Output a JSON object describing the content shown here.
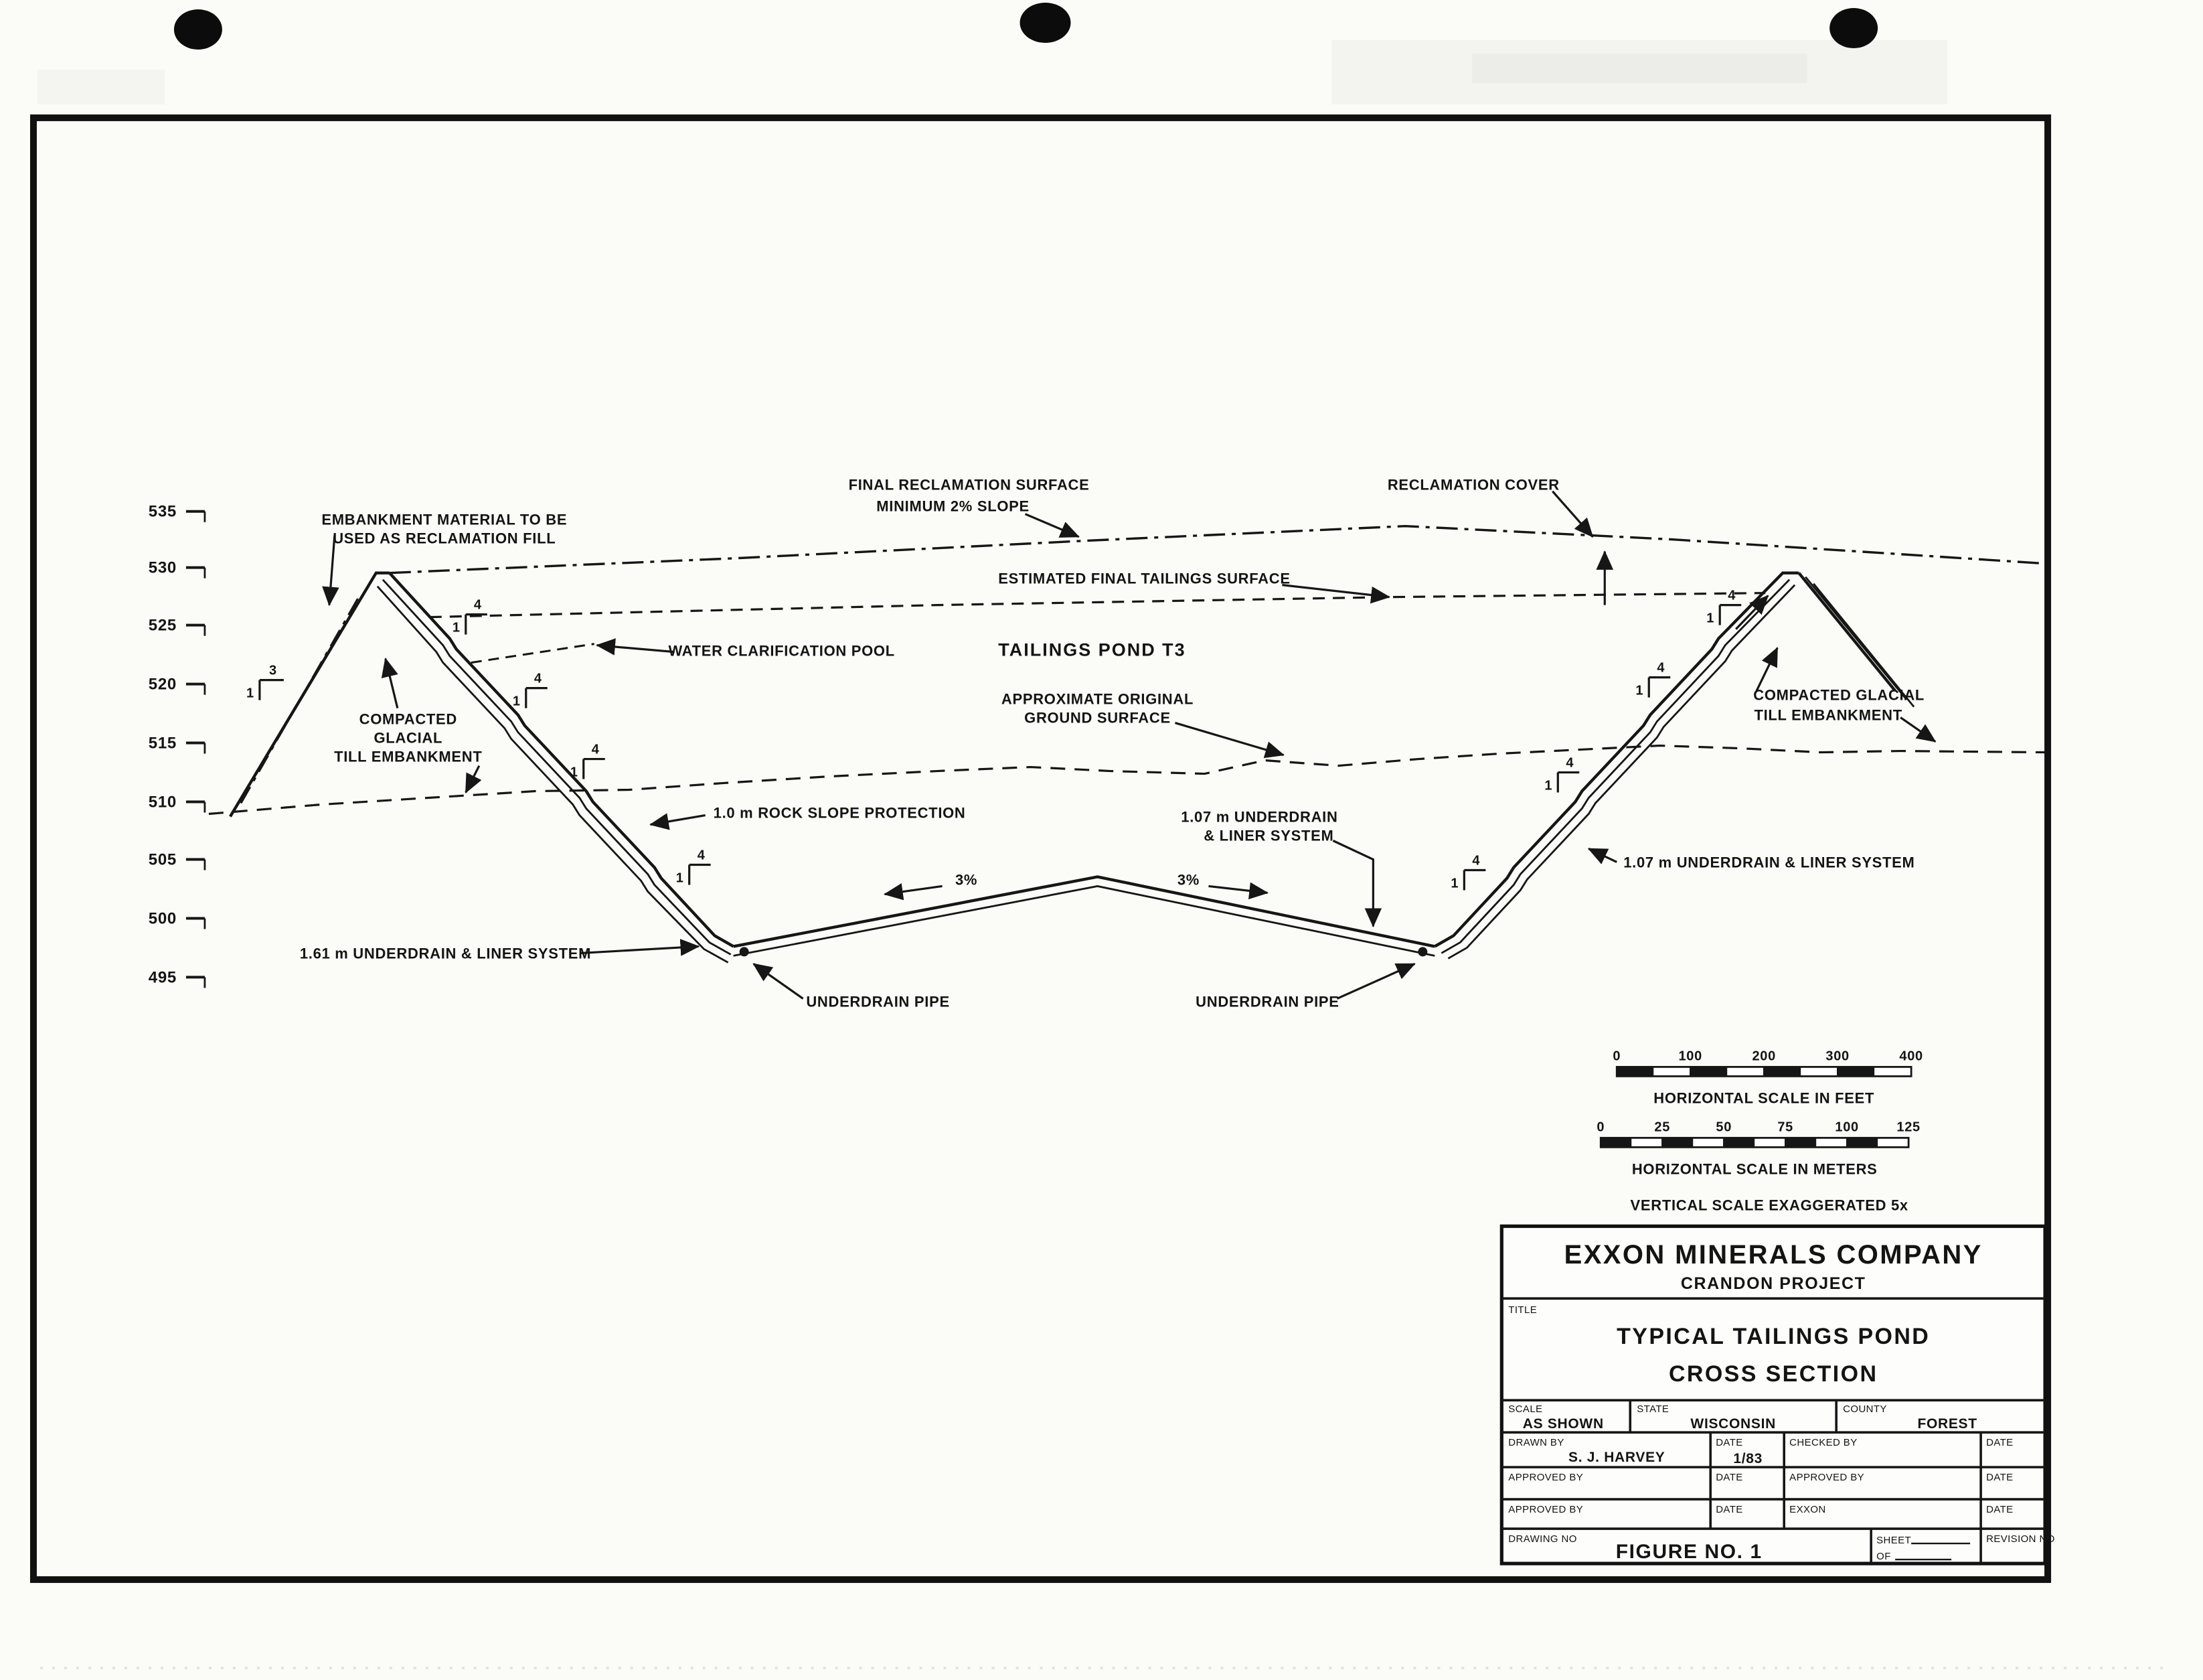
{
  "drawing": {
    "elevations": [
      "535",
      "530",
      "525",
      "520",
      "515",
      "510",
      "505",
      "500",
      "495"
    ],
    "labels": {
      "embankment_material_l1": "EMBANKMENT MATERIAL TO BE",
      "embankment_material_l2": "USED AS RECLAMATION FILL",
      "final_reclamation_l1": "FINAL RECLAMATION SURFACE",
      "final_reclamation_l2": "MINIMUM 2% SLOPE",
      "reclamation_cover": "RECLAMATION COVER",
      "estimated_tailings": "ESTIMATED FINAL TAILINGS SURFACE",
      "water_pool": "WATER CLARIFICATION POOL",
      "pond_title": "TAILINGS POND T3",
      "original_ground_l1": "APPROXIMATE ORIGINAL",
      "original_ground_l2": "GROUND SURFACE",
      "compacted_left_l1": "COMPACTED",
      "compacted_left_l2": "GLACIAL",
      "compacted_left_l3": "TILL EMBANKMENT",
      "compacted_right_l1": "COMPACTED GLACIAL",
      "compacted_right_l2": "TILL EMBANKMENT",
      "rock_slope": "1.0 m ROCK SLOPE PROTECTION",
      "underdrain_center_l1": "1.07 m UNDERDRAIN",
      "underdrain_center_l2": "& LINER SYSTEM",
      "underdrain_right": "1.07 m UNDERDRAIN & LINER SYSTEM",
      "underdrain_bottom": "1.61 m UNDERDRAIN & LINER SYSTEM",
      "underdrain_pipe": "UNDERDRAIN PIPE",
      "slope_3pct": "3%"
    },
    "ratios": {
      "four": "4",
      "one": "1",
      "three": "3"
    }
  },
  "scalebars": {
    "feet": {
      "ticks": [
        "0",
        "100",
        "200",
        "300",
        "400"
      ],
      "caption": "HORIZONTAL SCALE IN FEET"
    },
    "meters": {
      "ticks": [
        "0",
        "25",
        "50",
        "75",
        "100",
        "125"
      ],
      "caption": "HORIZONTAL SCALE IN METERS"
    },
    "vertical_note": "VERTICAL SCALE EXAGGERATED 5x"
  },
  "title_block": {
    "company": "EXXON MINERALS COMPANY",
    "project": "CRANDON PROJECT",
    "title_label": "TITLE",
    "title_l1": "TYPICAL TAILINGS POND",
    "title_l2": "CROSS SECTION",
    "scale_label": "SCALE",
    "scale_value": "AS SHOWN",
    "state_label": "STATE",
    "state_value": "WISCONSIN",
    "county_label": "COUNTY",
    "county_value": "FOREST",
    "drawn_by_label": "DRAWN BY",
    "drawn_by_value": "S. J. HARVEY",
    "date_label": "DATE",
    "date_value": "1/83",
    "checked_by_label": "CHECKED BY",
    "approved_by_label": "APPROVED BY",
    "exxon_label": "EXXON",
    "drawing_no_label": "DRAWING NO",
    "figure_no": "FIGURE NO. 1",
    "sheet_label": "SHEET",
    "of_label": "OF",
    "revision_label": "REVISION NO"
  }
}
